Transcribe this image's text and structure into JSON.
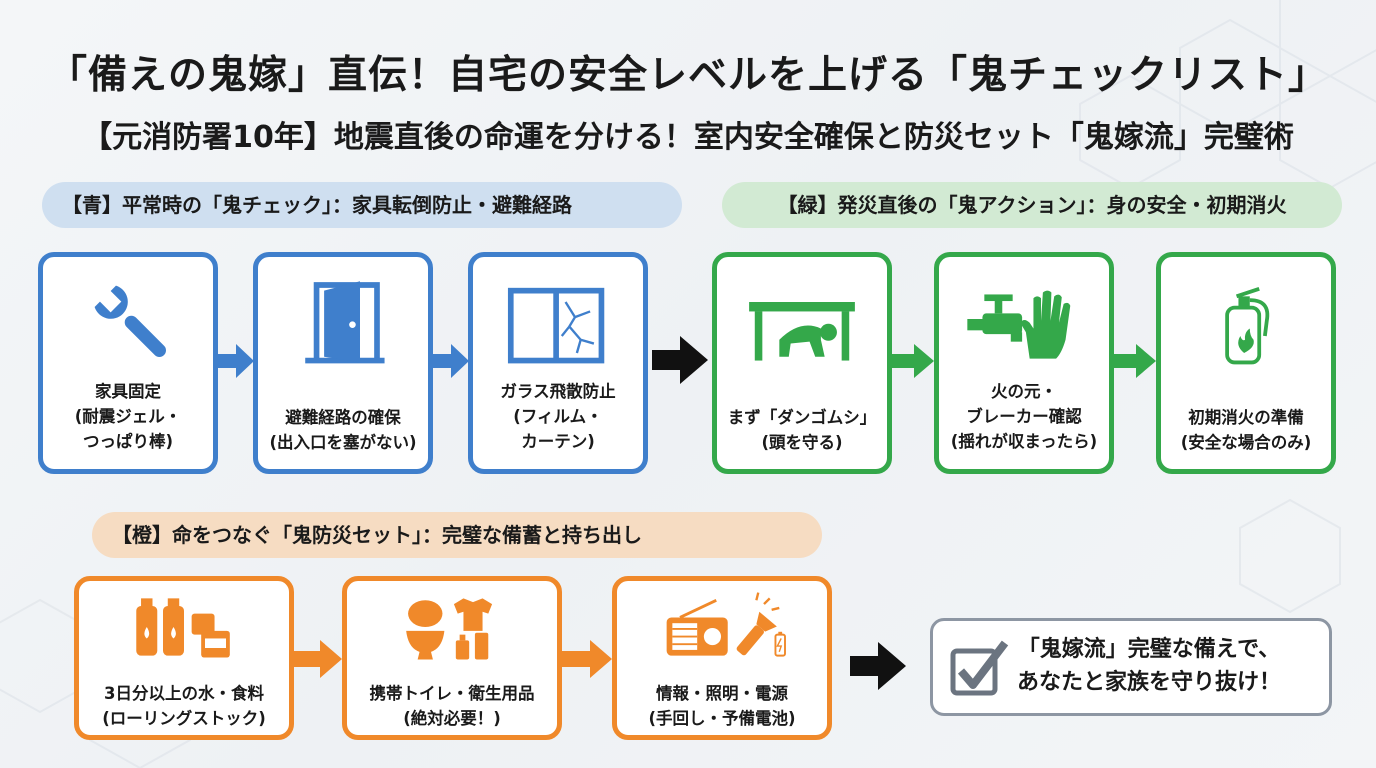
{
  "title": "「備えの鬼嫁」直伝！自宅の安全レベルを上げる「鬼チェックリスト」",
  "subtitle": "【元消防署10年】地震直後の命運を分ける！室内安全確保と防災セット「鬼嫁流」完璧術",
  "sections": {
    "blue": {
      "heading": "【青】平常時の「鬼チェック」：家具転倒防止・避難経路",
      "color": "#3f7fcc",
      "cards": [
        {
          "icon": "wrench-icon",
          "lines": [
            "家具固定",
            "(耐震ジェル・",
            "つっぱり棒)"
          ]
        },
        {
          "icon": "open-door-icon",
          "lines": [
            "避難経路の確保",
            "(出入口を塞がない)"
          ]
        },
        {
          "icon": "broken-window-icon",
          "lines": [
            "ガラス飛散防止",
            "(フィルム・",
            "カーテン)"
          ]
        }
      ]
    },
    "green": {
      "heading": "【緑】発災直後の「鬼アクション」：身の安全・初期消火",
      "color": "#34a84a",
      "cards": [
        {
          "icon": "take-cover-under-table-icon",
          "lines": [
            "まず「ダンゴムシ」",
            "(頭を守る)"
          ]
        },
        {
          "icon": "gas-valve-hand-icon",
          "lines": [
            "火の元・",
            "ブレーカー確認",
            "(揺れが収まったら)"
          ]
        },
        {
          "icon": "fire-extinguisher-icon",
          "lines": [
            "初期消火の準備",
            "(安全な場合のみ)"
          ]
        }
      ]
    },
    "orange": {
      "heading": "【橙】命をつなぐ「鬼防災セット」：完璧な備蓄と持ち出し",
      "color": "#f0892a",
      "cards": [
        {
          "icon": "water-bottles-cans-icon",
          "lines": [
            "3日分以上の水・食料",
            "(ローリングストック)"
          ]
        },
        {
          "icon": "toilet-hygiene-icon",
          "lines": [
            "携帯トイレ・衛生用品",
            "(絶対必要！)"
          ]
        },
        {
          "icon": "radio-flashlight-icon",
          "lines": [
            "情報・照明・電源",
            "(手回し・予備電池)"
          ]
        }
      ]
    }
  },
  "final": {
    "icon": "checkbox-check-icon",
    "lines": [
      "「鬼嫁流」完璧な備えで、",
      "あなたと家族を守り抜け！"
    ]
  }
}
